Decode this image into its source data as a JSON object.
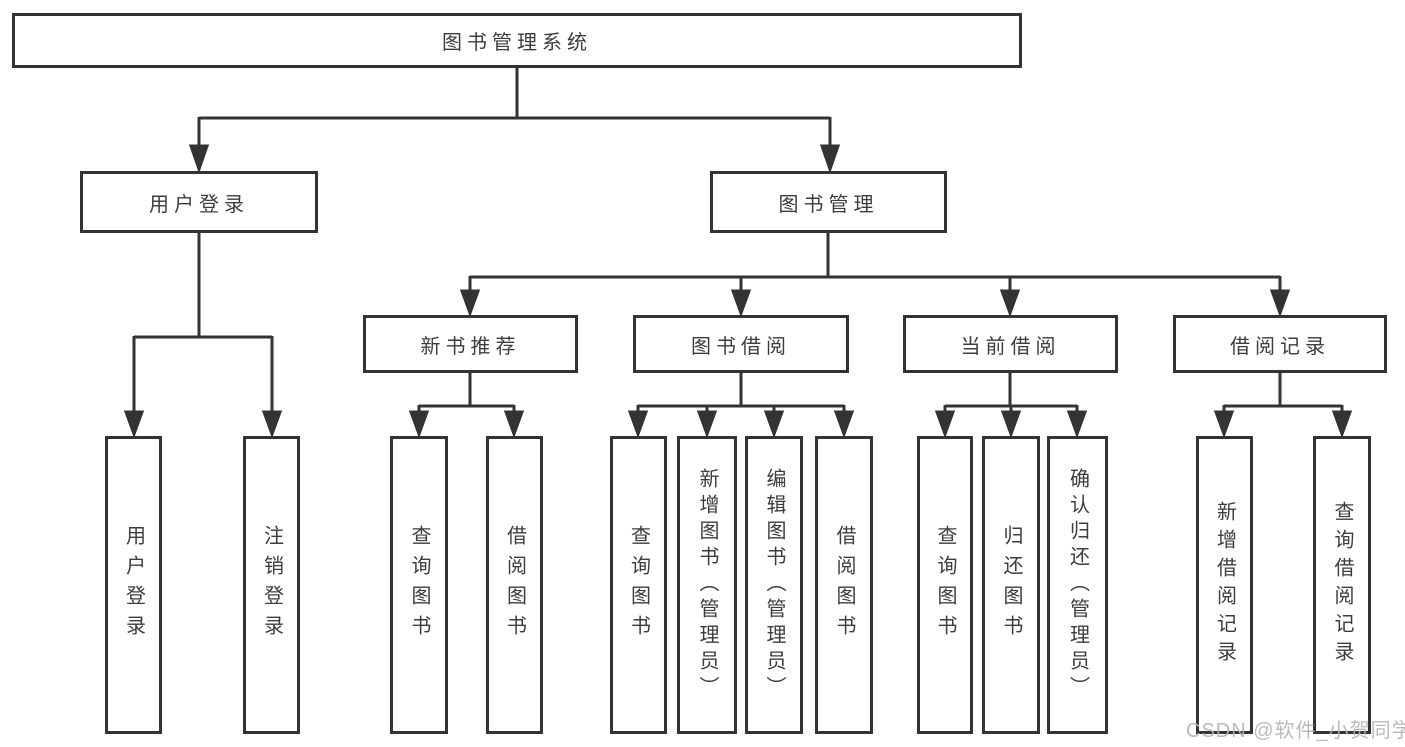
{
  "tree": {
    "root": {
      "label": "图书管理系统",
      "children": [
        {
          "label": "用户登录",
          "children": [
            {
              "label": "用户登录"
            },
            {
              "label": "注销登录"
            }
          ]
        },
        {
          "label": "图书管理",
          "children": [
            {
              "label": "新书推荐",
              "children": [
                {
                  "label": "查询图书"
                },
                {
                  "label": "借阅图书"
                }
              ]
            },
            {
              "label": "图书借阅",
              "children": [
                {
                  "label": "查询图书"
                },
                {
                  "label": "新增图书（管理员）"
                },
                {
                  "label": "编辑图书（管理员）"
                },
                {
                  "label": "借阅图书"
                }
              ]
            },
            {
              "label": "当前借阅",
              "children": [
                {
                  "label": "查询图书"
                },
                {
                  "label": "归还图书"
                },
                {
                  "label": "确认归还（管理员）"
                }
              ]
            },
            {
              "label": "借阅记录",
              "children": [
                {
                  "label": "新增借阅记录"
                },
                {
                  "label": "查询借阅记录"
                }
              ]
            }
          ]
        }
      ]
    }
  },
  "watermark": {
    "text": "CSDN @软件_小贺同学"
  },
  "colors": {
    "line": "#333333",
    "box_border": "#333333",
    "text": "#3d3d3d",
    "watermark": "#b3b3b3",
    "background": "#ffffff"
  }
}
